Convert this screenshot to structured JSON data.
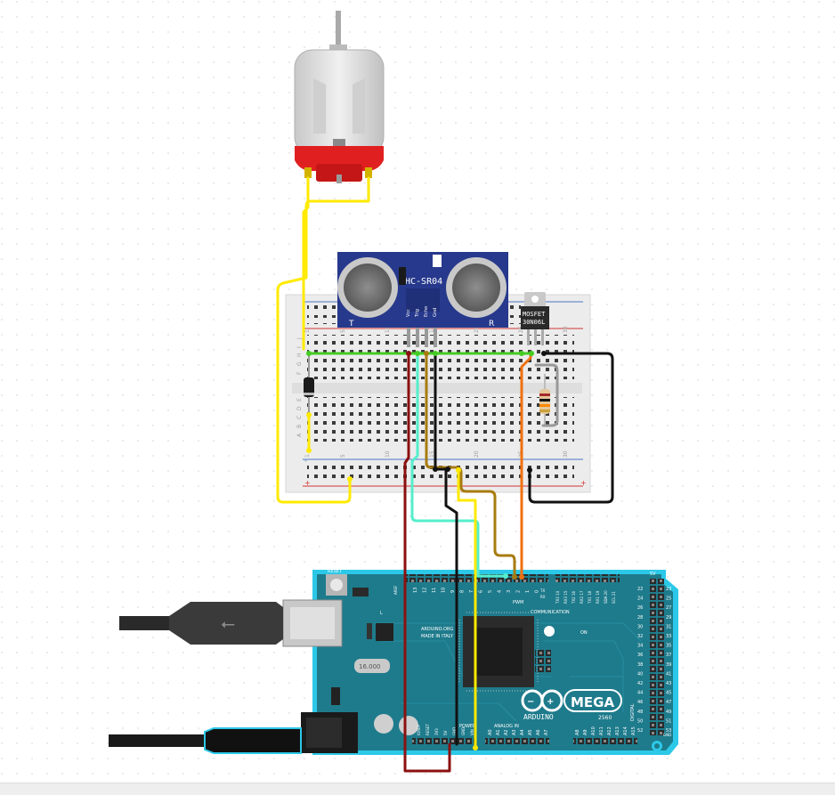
{
  "colors": {
    "background": "#ffffff",
    "canvas_dot": "#dcdcdc",
    "wire_yellow": "#ffea00",
    "wire_green": "#44cc22",
    "wire_darkred": "#8b1010",
    "wire_brown": "#a87b10",
    "wire_cyan": "#55eecc",
    "wire_black": "#111111",
    "wire_orange": "#f07010",
    "wire_gray": "#999999",
    "arduino_board": "#1e7b8c",
    "arduino_edge": "#2cc8e8",
    "breadboard": "#eeeeee",
    "sensor_blue": "#27398c",
    "motor_body": "#dcdcdc",
    "motor_red": "#e02020"
  },
  "sensor": {
    "name": "HC-SR04",
    "pin_vcc": "Vcc",
    "pin_trig": "Trig",
    "pin_echo": "Echo",
    "pin_gnd": "Gnd",
    "label_t": "T",
    "label_r": "R"
  },
  "mosfet": {
    "line1": "MOSFET",
    "line2": "30N06L"
  },
  "breadboard": {
    "columns": [
      "1",
      "5",
      "10",
      "15",
      "20",
      "25",
      "30"
    ],
    "rows_top": [
      "J",
      "I",
      "H",
      "G",
      "F"
    ],
    "rows_bottom": [
      "E",
      "D",
      "C",
      "B",
      "A"
    ]
  },
  "arduino": {
    "logo_mega": "MEGA",
    "logo_model": "2560",
    "brand": "ARDUINO",
    "site": "ARDUINO.ORG",
    "made_in": "MADE IN ITALY",
    "crystal": "16.000",
    "reset": "RESET",
    "aref": "AREF",
    "gnd": "GND",
    "pwm": "PWM",
    "communication": "COMMUNICATION",
    "power": "POWER",
    "analog_in": "ANALOG IN",
    "digital": "DIGITAL",
    "on": "ON",
    "five_v": "5V",
    "tx": "TX",
    "rx": "RX",
    "l": "L",
    "pwm_pins": [
      "13",
      "12",
      "11",
      "10",
      "9",
      "8",
      "7",
      "6",
      "5",
      "4",
      "3",
      "2",
      "1",
      "0"
    ],
    "comm_pins": [
      "TX3 14",
      "RX3 15",
      "TX2 16",
      "RX2 17",
      "TX1 18",
      "RX1 19",
      "SDA 20",
      "SCL 21"
    ],
    "power_pins": [
      "IOREF",
      "RESET",
      "3V3",
      "5V",
      "GND",
      "GND",
      "VIN"
    ],
    "analog_pins": [
      "A0",
      "A1",
      "A2",
      "A3",
      "A4",
      "A5",
      "A6",
      "A7",
      "A8",
      "A9",
      "A10",
      "A11",
      "A12",
      "A13",
      "A14",
      "A15"
    ],
    "digital_right_pins": [
      "22",
      "24",
      "26",
      "28",
      "30",
      "32",
      "34",
      "36",
      "38",
      "40",
      "42",
      "44",
      "46",
      "48",
      "50",
      "52"
    ],
    "digital_right_pins_b": [
      "23",
      "25",
      "27",
      "29",
      "31",
      "33",
      "35",
      "37",
      "39",
      "41",
      "43",
      "45",
      "47",
      "49",
      "51",
      "53"
    ]
  }
}
